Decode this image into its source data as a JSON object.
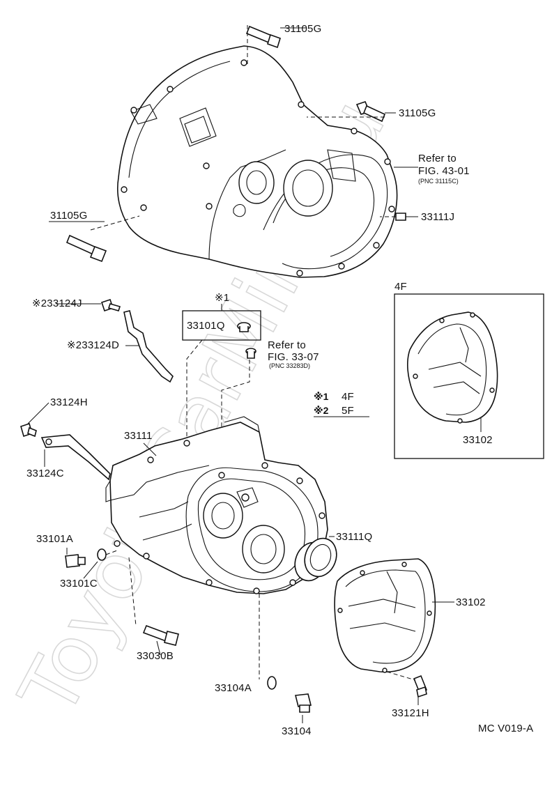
{
  "watermark": "ToyotaCarMine.ru",
  "diagram_code": "MC V019-A",
  "refs": {
    "ref1_title": "Refer to",
    "ref1_fig": "FIG. 43-01",
    "ref1_pnc": "(PNC 31115C)",
    "ref2_title": "Refer to",
    "ref2_fig": "FIG. 33-07",
    "ref2_pnc": "(PNC 33283D)"
  },
  "inset": {
    "title": "4F"
  },
  "legend": {
    "mark1": "※1",
    "val1": "4F",
    "mark2": "※2",
    "val2": "5F"
  },
  "parts": {
    "p31105g_top": "31105G",
    "p31105g_right": "31105G",
    "p31105g_left": "31105G",
    "p33111j": "33111J",
    "p33124j": "※233124J",
    "p33124d": "※233124D",
    "mark1_note": "※1",
    "p33101q": "33101Q",
    "p33124h": "33124H",
    "p33124c": "33124C",
    "p33111": "33111",
    "p33101a": "33101A",
    "p33101c": "33101C",
    "p33030b": "33030B",
    "p33111q": "33111Q",
    "p33102_inset": "33102",
    "p33102": "33102",
    "p33104a": "33104A",
    "p33104": "33104",
    "p33121h": "33121H"
  }
}
